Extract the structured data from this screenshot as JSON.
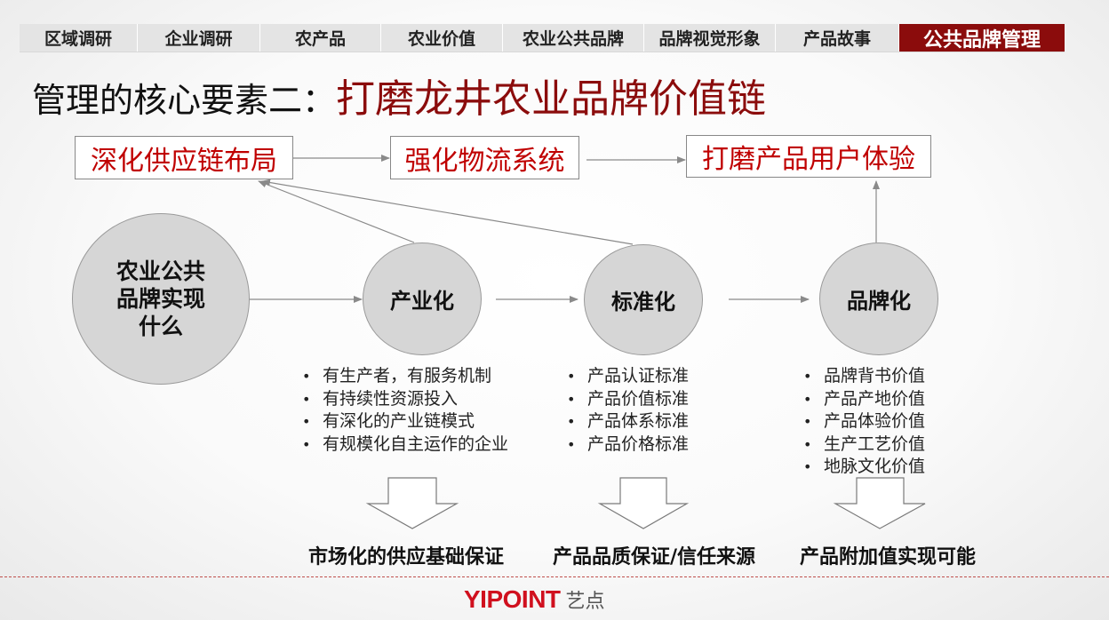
{
  "nav": {
    "tabs": [
      {
        "label": "区域调研"
      },
      {
        "label": "企业调研"
      },
      {
        "label": "农产品"
      },
      {
        "label": "农业价值"
      },
      {
        "label": "农业公共品牌"
      },
      {
        "label": "品牌视觉形象"
      },
      {
        "label": "产品故事"
      },
      {
        "label": "公共品牌管理",
        "active": true
      }
    ]
  },
  "title": {
    "prefix": "管理的核心要素二：",
    "highlight": "打磨龙井农业品牌价值链"
  },
  "top_boxes": [
    "深化供应链布局",
    "强化物流系统",
    "打磨产品用户体验"
  ],
  "center": {
    "lines": [
      "农业公共",
      "品牌实现",
      "什么"
    ]
  },
  "stages": [
    {
      "label": "产业化",
      "bullets": [
        "有生产者，有服务机制",
        "有持续性资源投入",
        "有深化的产业链模式",
        "有规模化自主运作的企业"
      ],
      "outcome": "市场化的供应基础保证"
    },
    {
      "label": "标准化",
      "bullets": [
        "产品认证标准",
        "产品价值标准",
        "产品体系标准",
        "产品价格标准"
      ],
      "outcome": "产品品质保证/信任来源"
    },
    {
      "label": "品牌化",
      "bullets": [
        "品牌背书价值",
        "产品产地价值",
        "产品体验价值",
        "生产工艺价值",
        "地脉文化价值"
      ],
      "outcome": "产品附加值实现可能"
    }
  ],
  "logo": {
    "en": "YIPOINT",
    "cn": "艺点"
  },
  "colors": {
    "accent": "#8b0c0c",
    "box_text": "#c00000",
    "circle_fill": "#d6d6d6"
  }
}
